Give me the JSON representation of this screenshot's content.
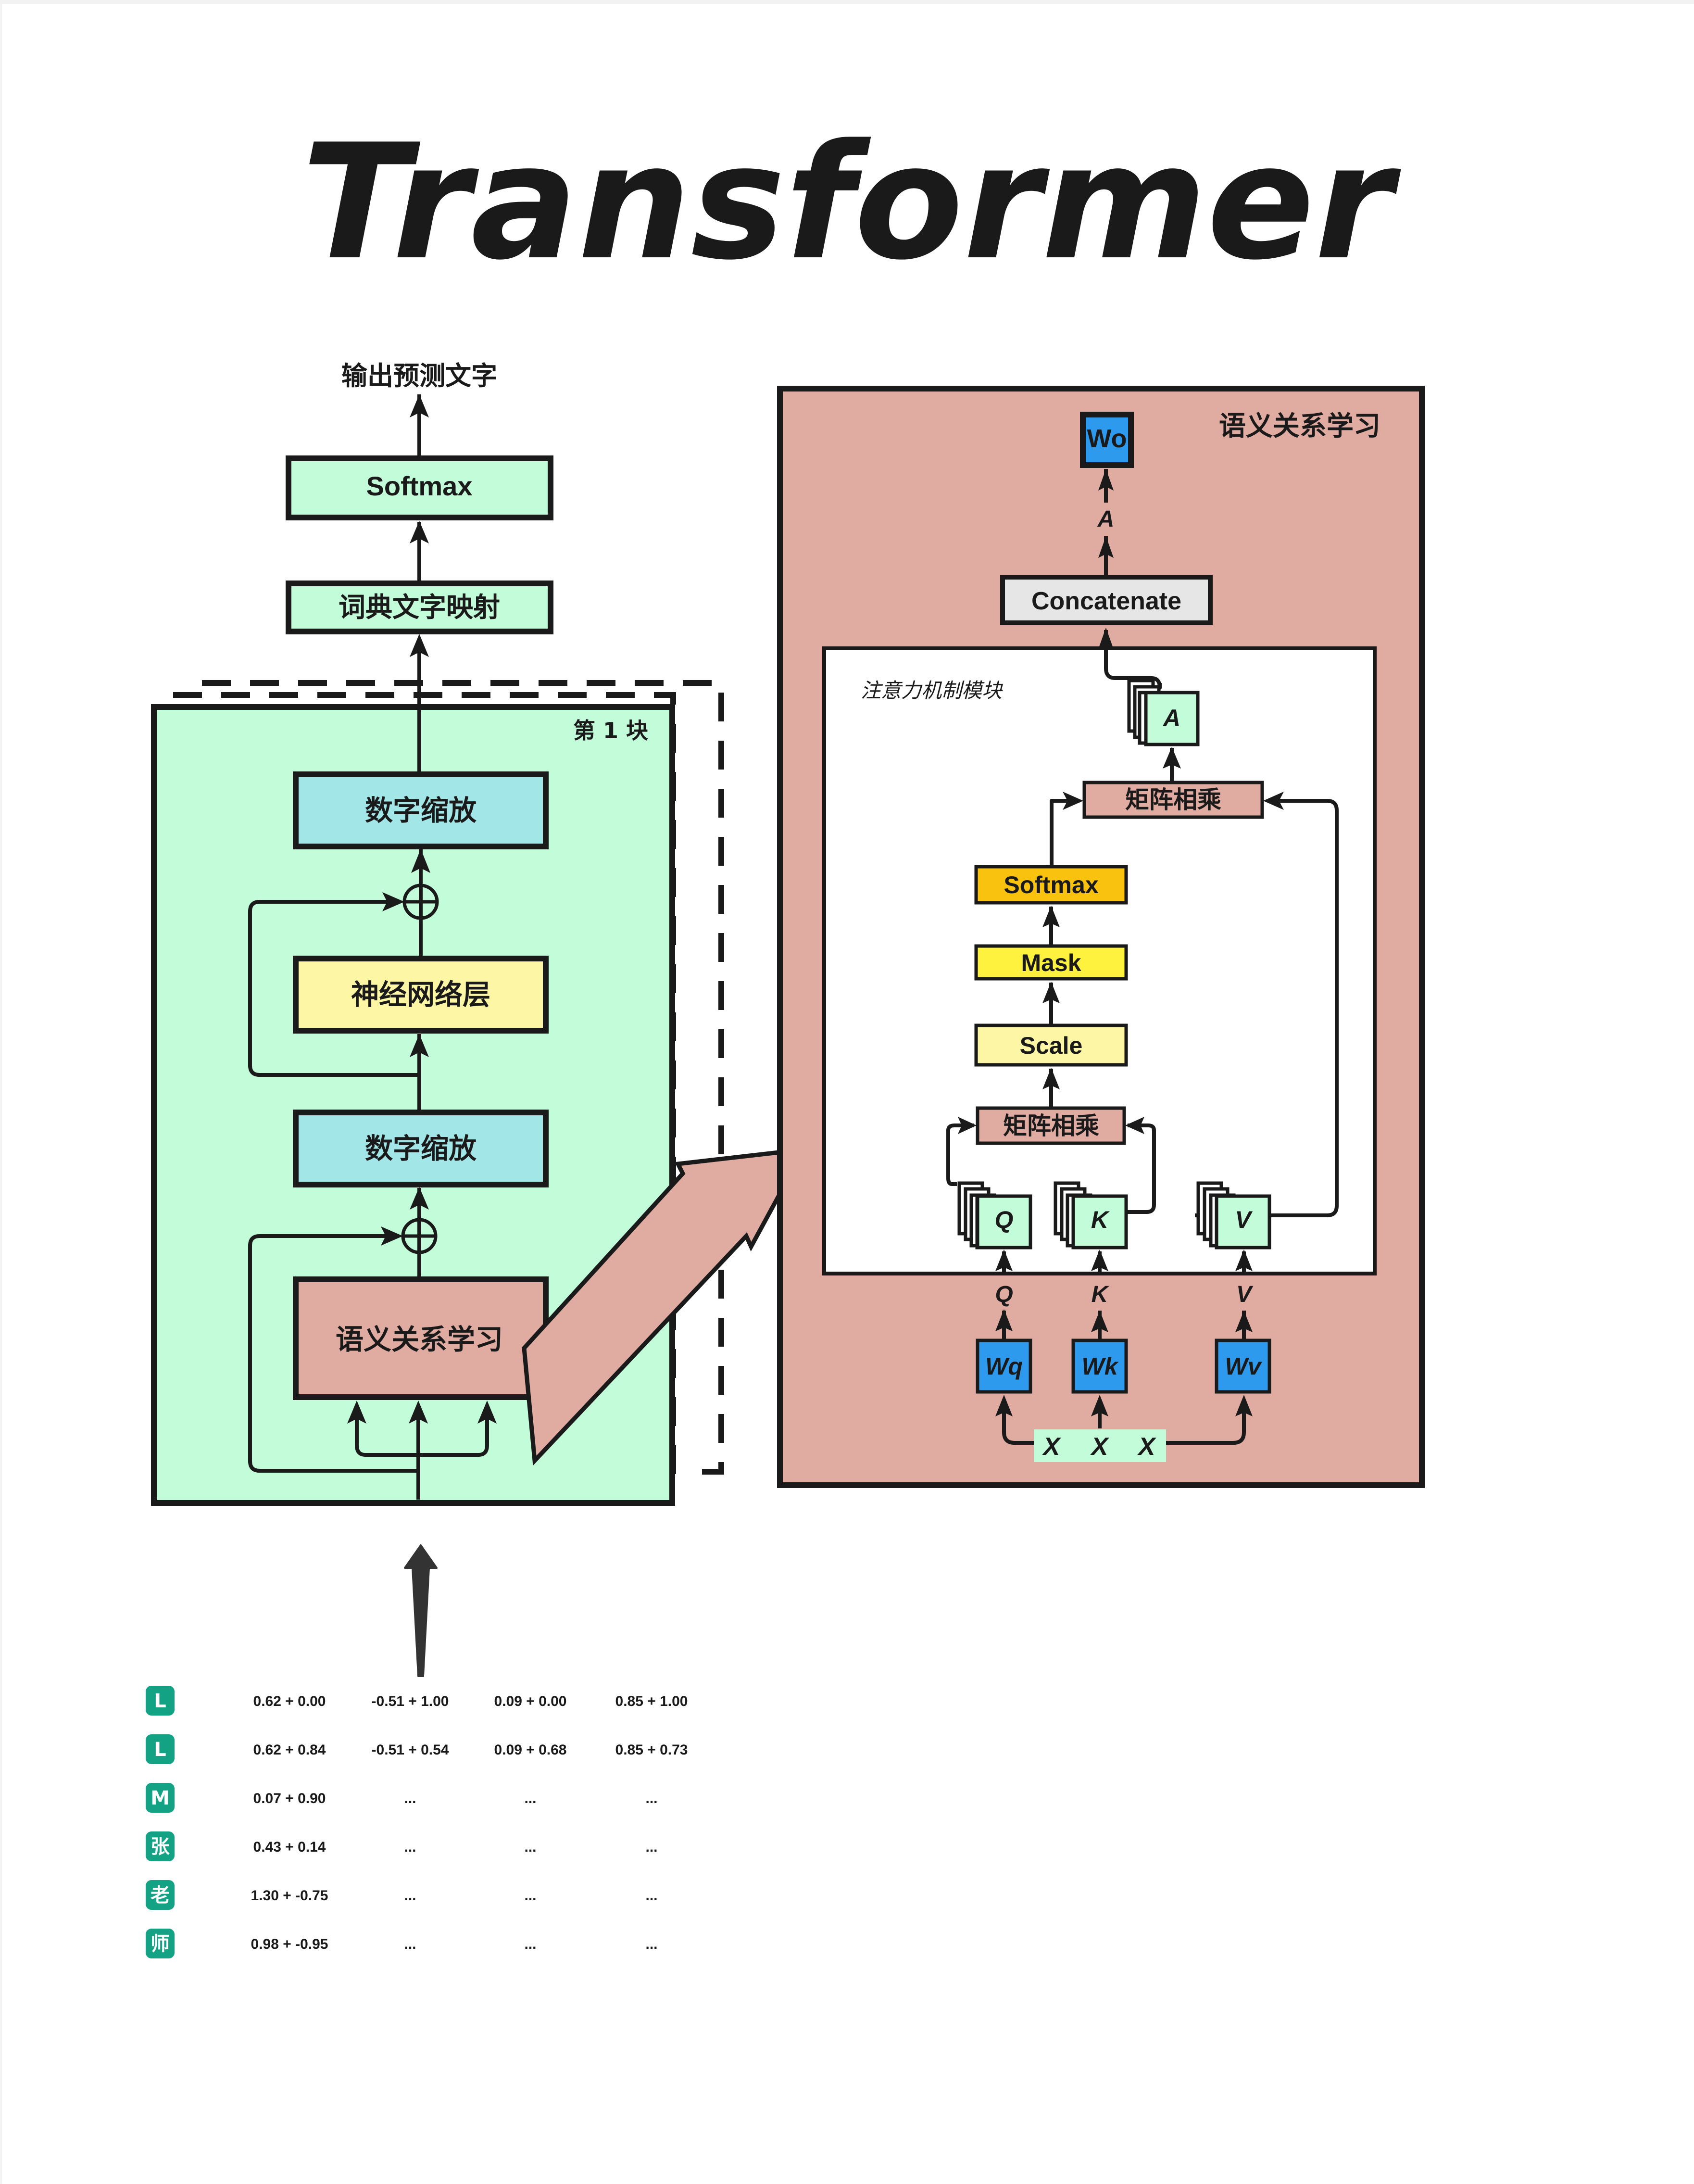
{
  "title": "Transformer",
  "colors": {
    "green": "#c2fcd9",
    "cyan": "#a2e6e8",
    "light_yellow": "#fdf7a5",
    "yellow": "#fff23e",
    "orange": "#f8c20e",
    "salmon": "#e0aba1",
    "blue": "#2e9aee",
    "gray": "#e6e6e6",
    "teal_badge": "#13a384",
    "stroke": "#1a1a1a"
  },
  "left_stack": {
    "output_label": "输出预测文字",
    "softmax": "Softmax",
    "vocab_mapping": "词典文字映射",
    "block_label": "第 1 块",
    "norm_top": "数字缩放",
    "ffn": "神经网络层",
    "norm_bottom": "数字缩放",
    "attention": "语义关系学习"
  },
  "attention_detail": {
    "title": "语义关系学习",
    "wo": "Wo",
    "a_label": "A",
    "concatenate": "Concatenate",
    "module_label": "注意力机制模块",
    "a_box": "A",
    "matmul_top": "矩阵相乘",
    "softmax": "Softmax",
    "mask": "Mask",
    "scale": "Scale",
    "matmul_bottom": "矩阵相乘",
    "q_box": "Q",
    "k_box": "K",
    "v_box": "V",
    "q_label": "Q",
    "k_label": "K",
    "v_label": "V",
    "wq": "Wq",
    "wk": "Wk",
    "wv": "Wv",
    "x_inputs": [
      "X",
      "X",
      "X"
    ]
  },
  "embedding_table": {
    "rows": [
      {
        "token": "L",
        "values": [
          "0.62 + 0.00",
          "-0.51 + 1.00",
          "0.09 + 0.00",
          "0.85 + 1.00"
        ]
      },
      {
        "token": "L",
        "values": [
          "0.62 + 0.84",
          "-0.51 + 0.54",
          "0.09 + 0.68",
          "0.85 + 0.73"
        ]
      },
      {
        "token": "M",
        "values": [
          "0.07 + 0.90",
          "...",
          "...",
          "..."
        ]
      },
      {
        "token": "张",
        "values": [
          "0.43 + 0.14",
          "...",
          "...",
          "..."
        ]
      },
      {
        "token": "老",
        "values": [
          "1.30 + -0.75",
          "...",
          "...",
          "..."
        ]
      },
      {
        "token": "师",
        "values": [
          "0.98 + -0.95",
          "...",
          "...",
          "..."
        ]
      }
    ]
  }
}
